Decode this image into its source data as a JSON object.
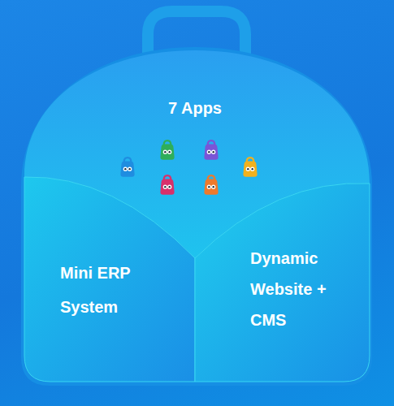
{
  "diagram": {
    "nodes": [
      {
        "text": [
          "7 Apps"
        ]
      },
      {
        "text": [
          "Mini ERP System"
        ]
      },
      {
        "text": [
          "Dynamic Website + CMS"
        ]
      }
    ]
  }
}
